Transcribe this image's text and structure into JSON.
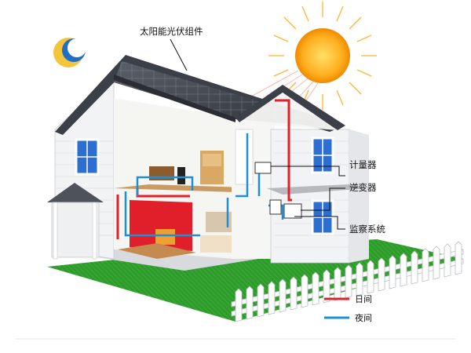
{
  "labels": {
    "solar_panel": "太阳能光伏组件",
    "meter": "计量器",
    "inverter": "逆变器",
    "monitor": "监察系统"
  },
  "legend": {
    "day": {
      "label": "日间",
      "color": "#e0202a"
    },
    "night": {
      "label": "夜间",
      "color": "#1e8fd6"
    }
  },
  "icons": [
    "sun-icon",
    "moon-icon"
  ]
}
